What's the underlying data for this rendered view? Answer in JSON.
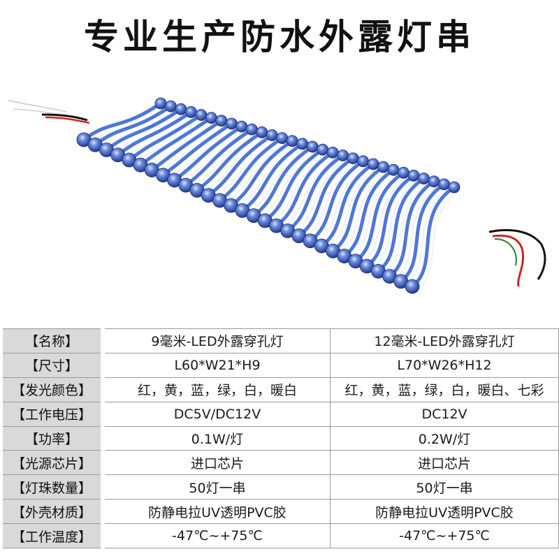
{
  "title": "专业生产防水外露灯串",
  "colors": {
    "wire_blue": "#2f5fd0",
    "wire_white": "#f2f4fa",
    "bead_blue": "#3a5ec8",
    "wire_red": "#d22222",
    "wire_black": "#111111",
    "label_bg": "#d9d9d9"
  },
  "spec_table": {
    "rows": [
      {
        "label": "【名称】",
        "col1": "9毫米-LED外露穿孔灯",
        "col2": "12毫米-LED外露穿孔灯"
      },
      {
        "label": "【尺寸】",
        "col1": "L60*W21*H9",
        "col2": "L70*W26*H12"
      },
      {
        "label": "【发光颜色】",
        "col1": "红，黄，蓝，绿，白，暖白",
        "col2": "红，黄，蓝，绿，白，暖白、七彩"
      },
      {
        "label": "【工作电压】",
        "col1": "DC5V/DC12V",
        "col2": "DC12V"
      },
      {
        "label": "【功率】",
        "col1": "0.1W/灯",
        "col2": "0.2W/灯"
      },
      {
        "label": "【光源芯片】",
        "col1": "进口芯片",
        "col2": "进口芯片"
      },
      {
        "label": "【灯珠数量】",
        "col1": "50灯一串",
        "col2": "50灯一串"
      },
      {
        "label": "【外壳材质】",
        "col1": "防静电拉UV透明PVC胶",
        "col2": "防静电拉UV透明PVC胶"
      },
      {
        "label": "【工作温度】",
        "col1": "-47℃~+75℃",
        "col2": "-47℃~+75℃"
      }
    ]
  }
}
